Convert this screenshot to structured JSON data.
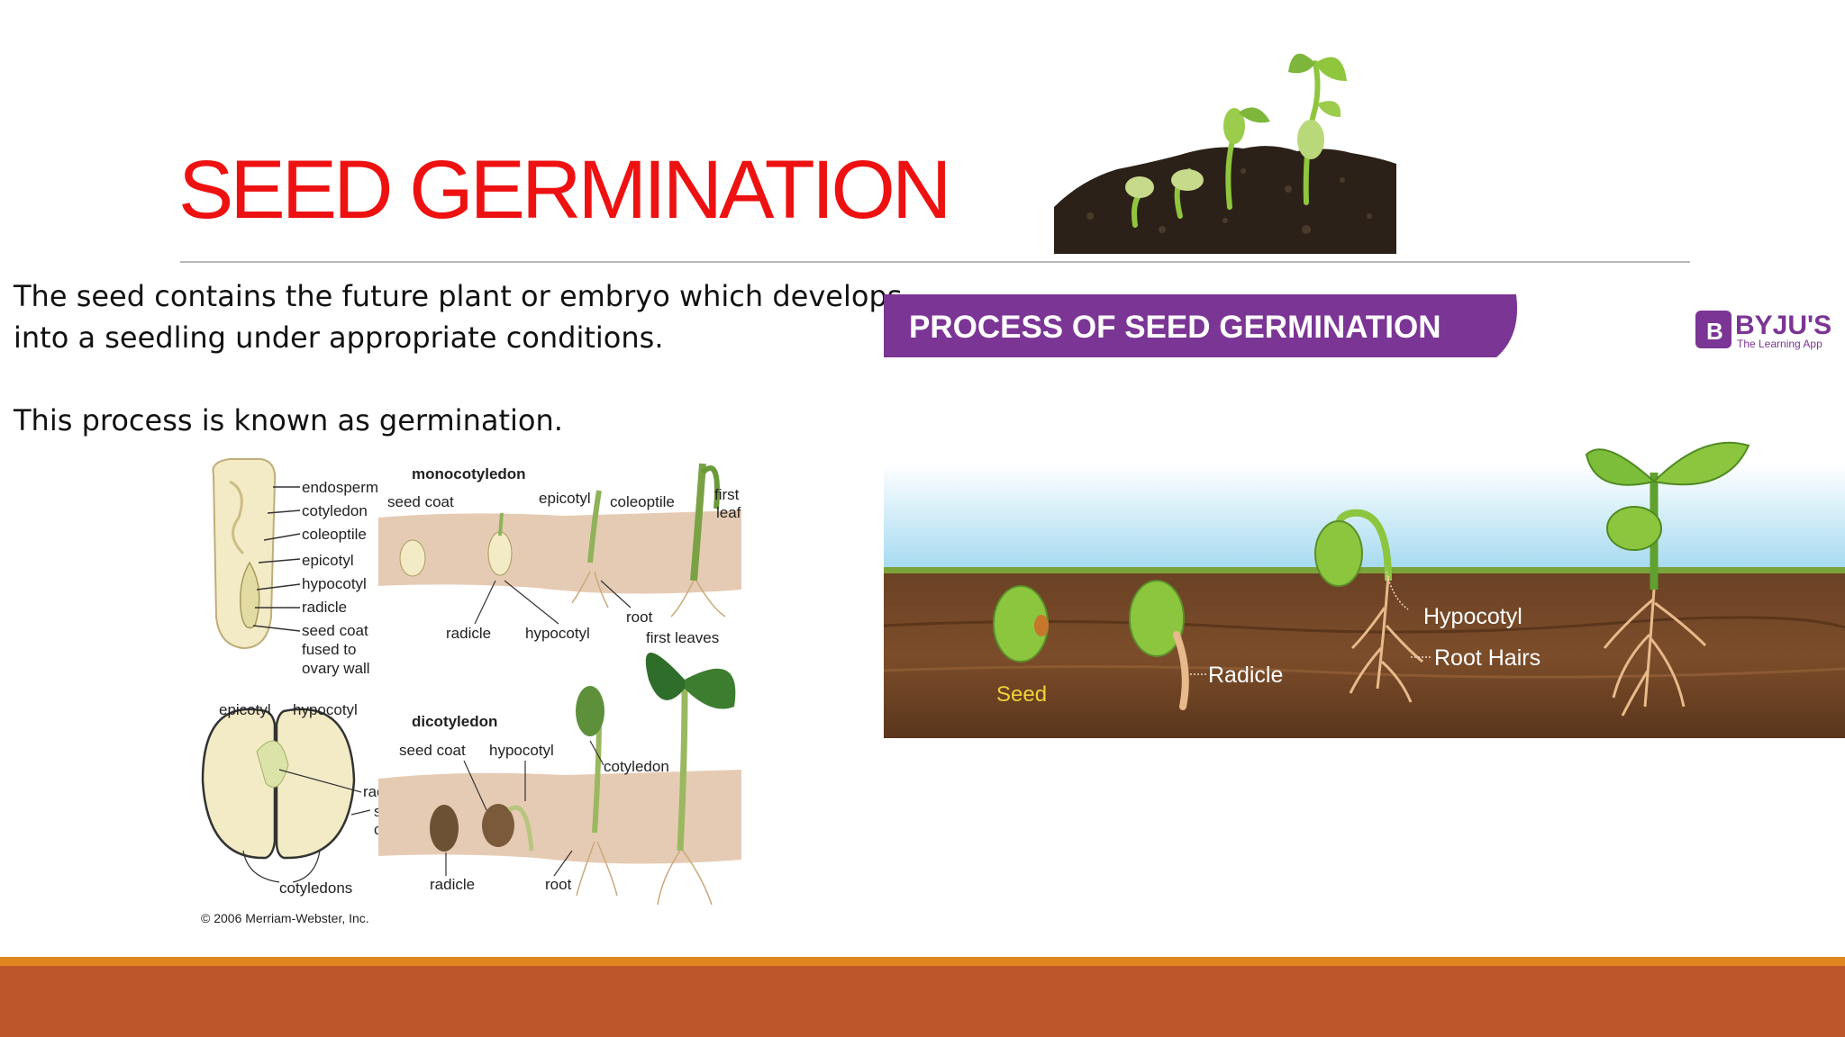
{
  "slide": {
    "title": "SEED GERMINATION",
    "paragraph_1": "The seed contains the future plant or embryo which develops into a seedling under appropriate conditions.",
    "paragraph_2": "This process is known as germination."
  },
  "diagram": {
    "monocot_heading": "monocotyledon",
    "dicot_heading": "dicotyledon",
    "labels": {
      "endosperm": "endosperm",
      "cotyledon": "cotyledon",
      "coleoptile": "coleoptile",
      "epicotyl": "epicotyl",
      "hypocotyl": "hypocotyl",
      "radicle": "radicle",
      "seed_coat_fused_1": "seed coat",
      "seed_coat_fused_2": "fused to",
      "seed_coat_fused_3": "ovary wall",
      "seed_coat": "seed coat",
      "first_leaf_1": "first",
      "first_leaf_2": "leaf",
      "root": "root",
      "first_leaves": "first leaves",
      "seed_word": "seed",
      "coat_word": "coat",
      "cotyledons": "cotyledons"
    },
    "copyright": "© 2006 Merriam-Webster, Inc."
  },
  "process": {
    "banner": "PROCESS OF SEED GERMINATION",
    "brand_name": "BYJU'S",
    "brand_tagline": "The Learning App",
    "brand_icon": "B",
    "stage_labels": {
      "seed": "Seed",
      "radicle": "Radicle",
      "hypocotyl": "Hypocotyl",
      "root_hairs": "Root Hairs"
    }
  },
  "colors": {
    "title": "#ee1111",
    "banner": "#7b3595",
    "footer_band": "#bd562a",
    "footer_stripe": "#e0861e"
  }
}
